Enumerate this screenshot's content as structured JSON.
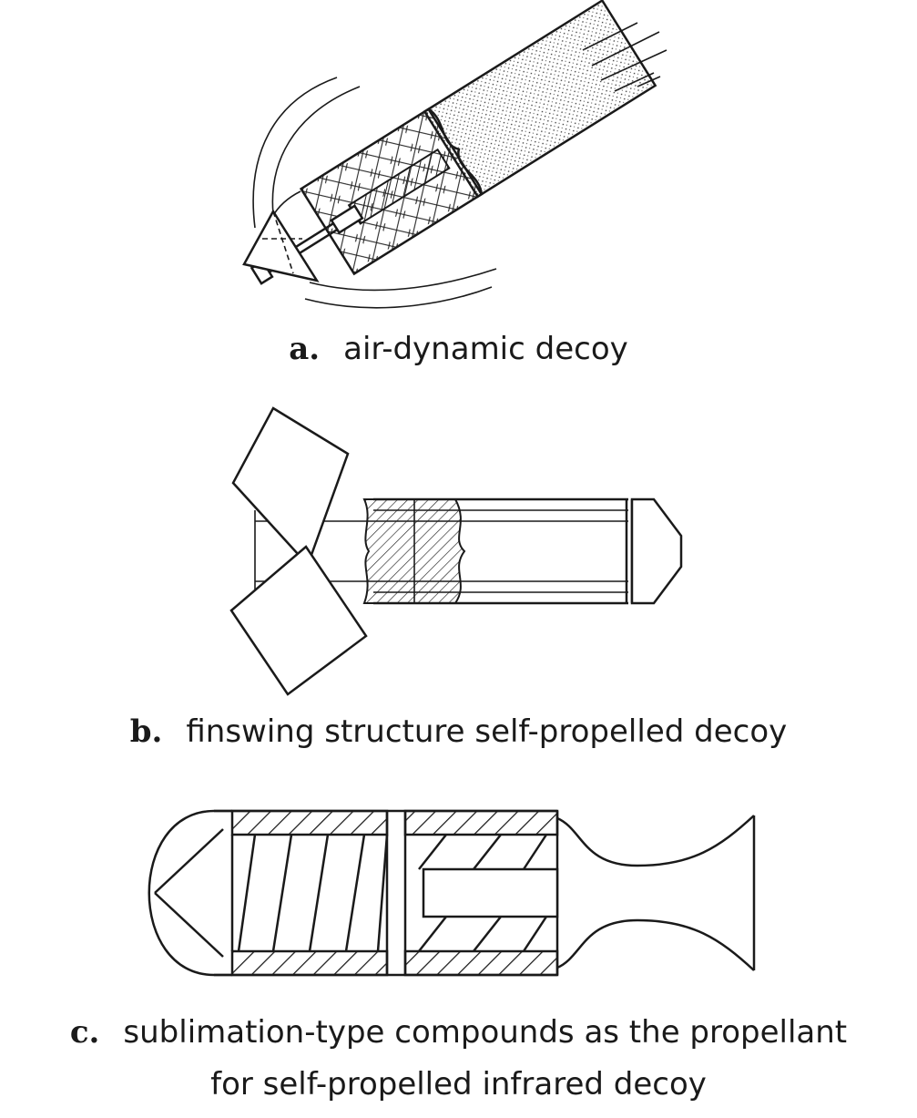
{
  "figures": [
    {
      "letter": "a.",
      "caption": "air-dynamic decoy"
    },
    {
      "letter": "b.",
      "caption": "finswing structure self-propelled decoy"
    },
    {
      "letter": "c.",
      "caption_line1": "sublimation-type compounds as the propellant",
      "caption_line2": "for self-propelled infrared decoy"
    }
  ],
  "colors": {
    "line": "#1a1a1a",
    "background": "#ffffff"
  }
}
